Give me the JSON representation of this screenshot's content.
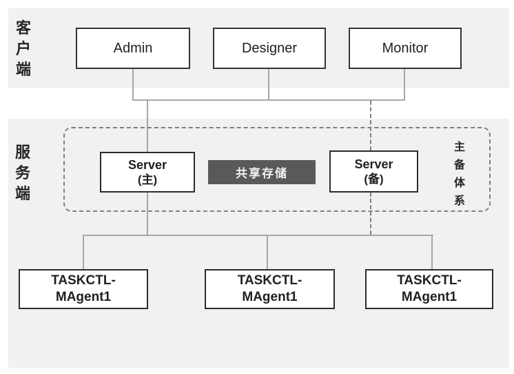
{
  "diagram": {
    "title_hint": "TASKCTL high-availability architecture diagram",
    "client_section": {
      "side_label": "客户端",
      "nodes": [
        {
          "label": "Admin"
        },
        {
          "label": "Designer"
        },
        {
          "label": "Monitor"
        }
      ]
    },
    "server_section": {
      "side_label": "服务端",
      "group_label": "主备体系",
      "primary_server": {
        "line1": "Server",
        "line2": "(主)"
      },
      "backup_server": {
        "line1": "Server",
        "line2": "(备)"
      },
      "shared_storage_label": "共享存储"
    },
    "agent_section": {
      "nodes": [
        {
          "line1": "TASKCTL-",
          "line2": "MAgent1"
        },
        {
          "line1": "TASKCTL-",
          "line2": "MAgent1"
        },
        {
          "line1": "TASKCTL-",
          "line2": "MAgent1"
        }
      ]
    },
    "colors": {
      "band_background": "#f1f1f1",
      "node_fill": "#ffffff",
      "node_border": "#333333",
      "solid_connector": "#a6a6a6",
      "dashed_connector": "#7f7f7f",
      "storage_fill": "#595959",
      "storage_text": "#f2f2f2",
      "text": "#1f1f1f"
    }
  }
}
